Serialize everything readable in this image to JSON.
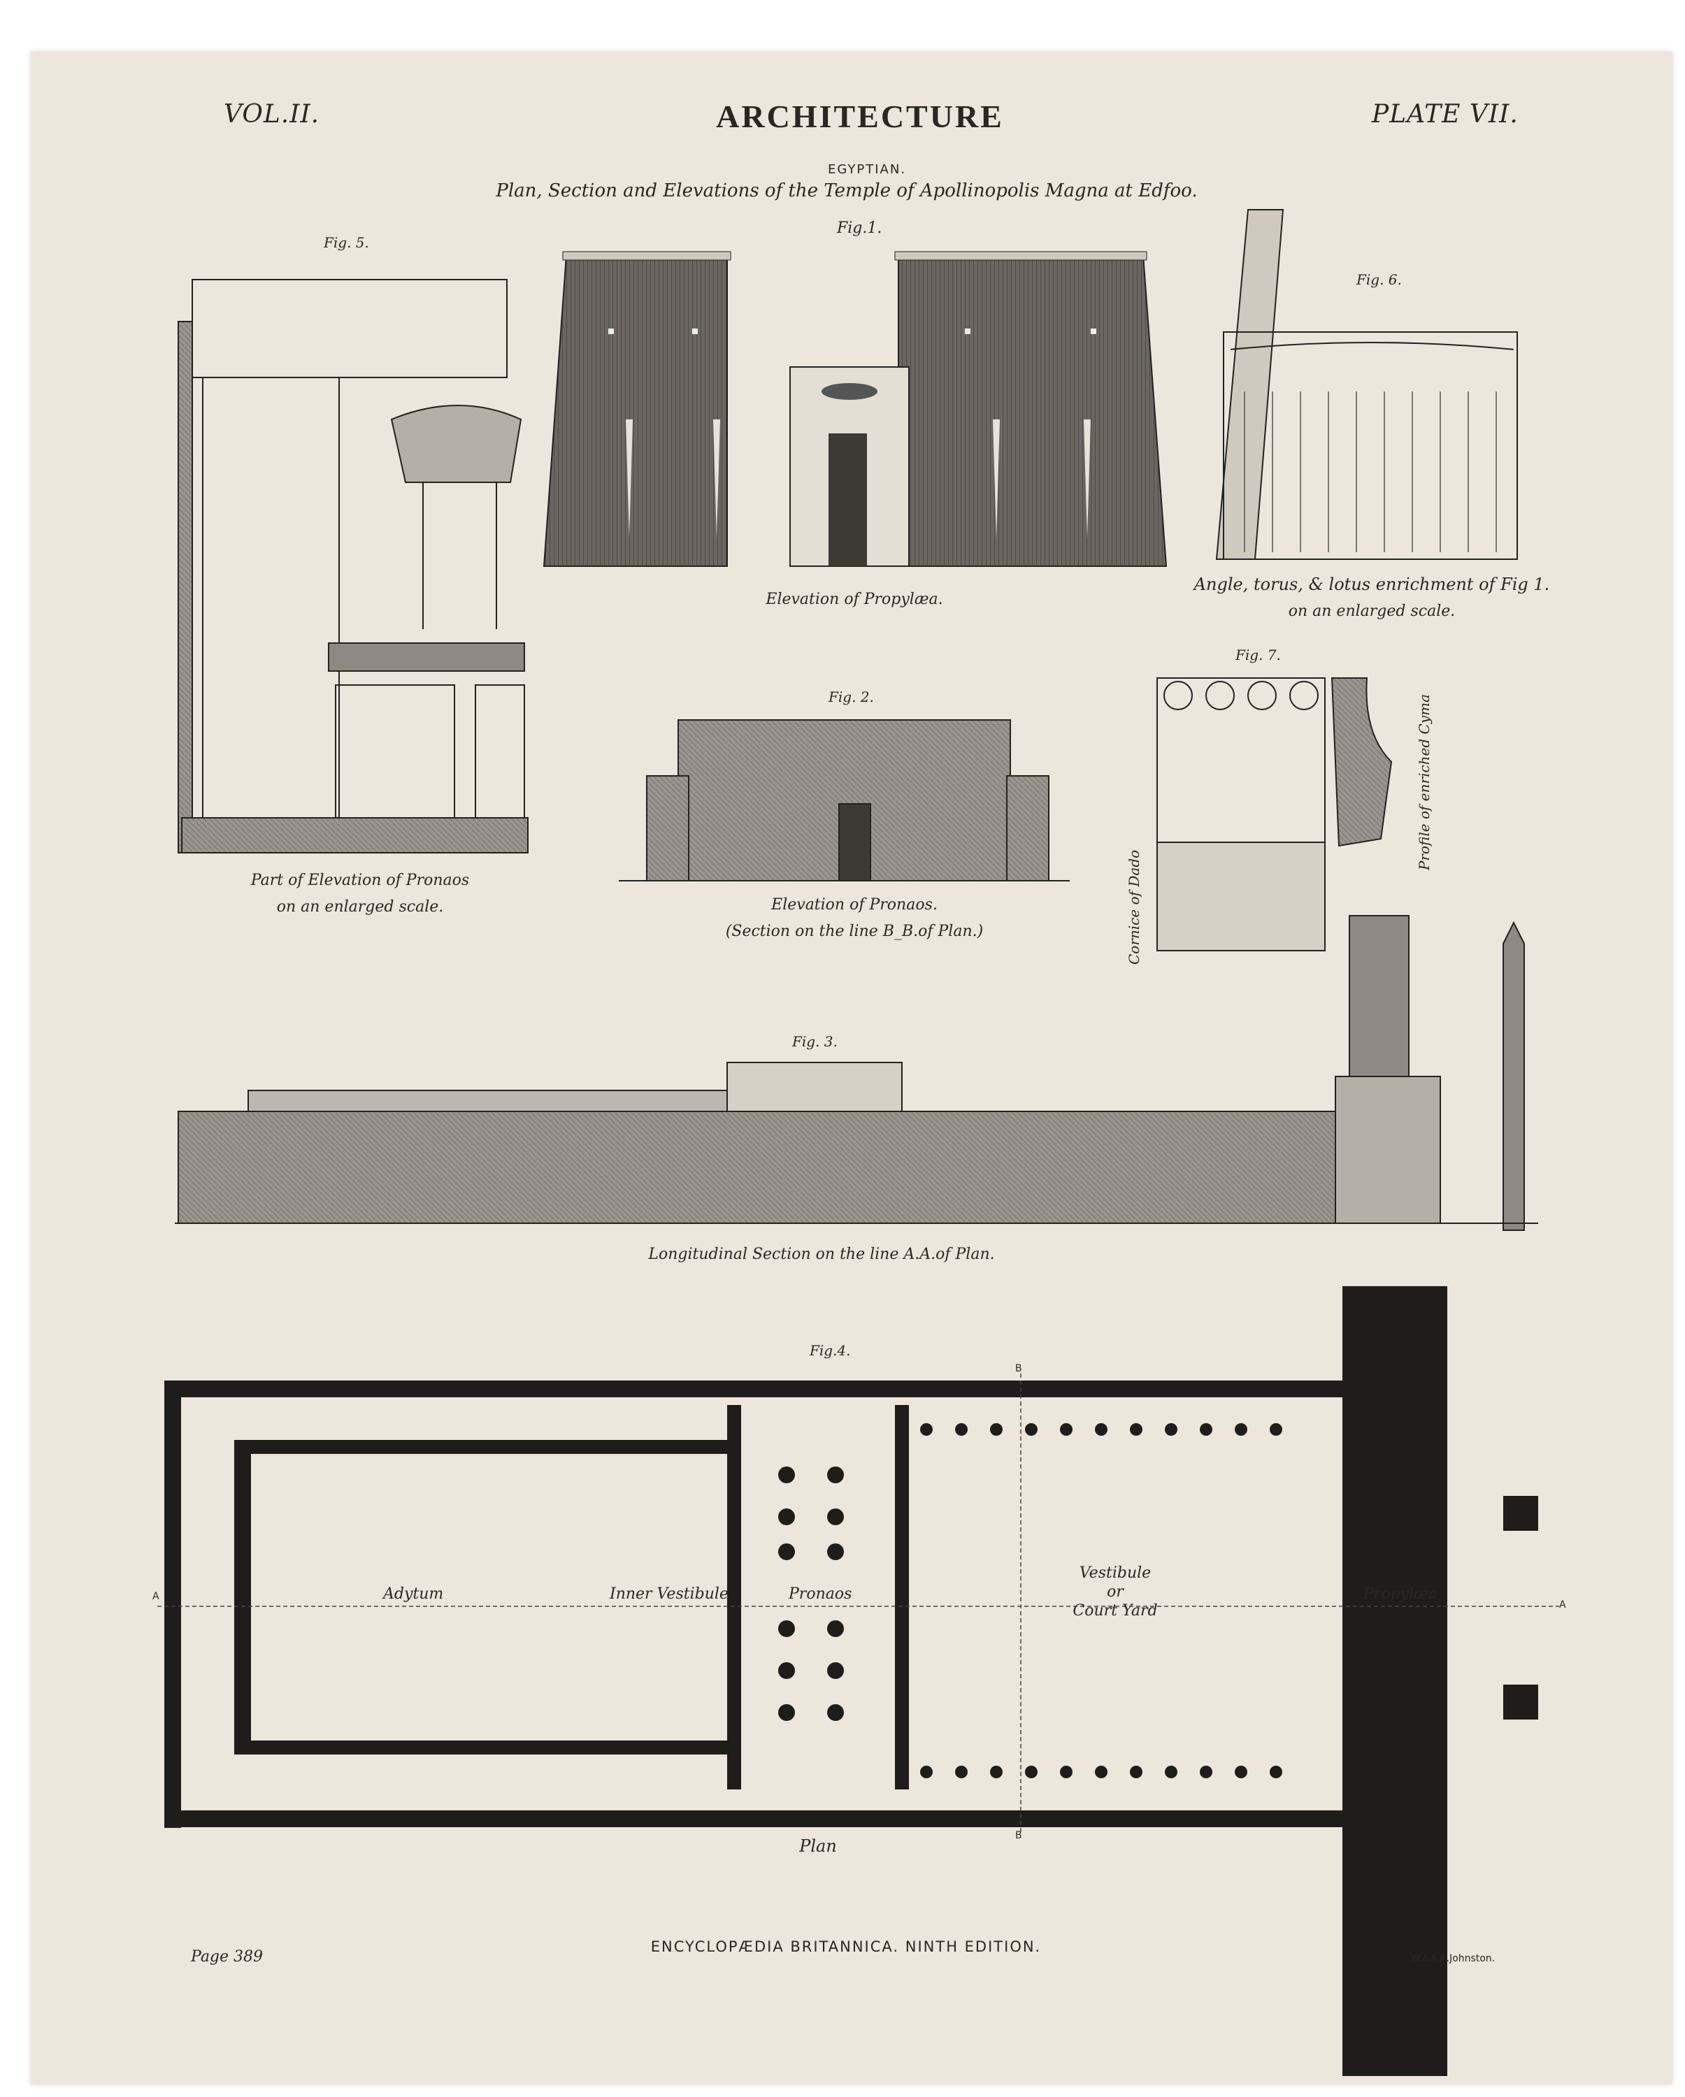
{
  "header": {
    "volume": "VOL.II.",
    "title": "ARCHITECTURE",
    "plate": "PLATE VII.",
    "section": "EGYPTIAN.",
    "subtitle": "Plan, Section and Elevations of the Temple of Apollinopolis Magna at Edfoo."
  },
  "figures": {
    "fig1": {
      "label": "Fig.1.",
      "caption": "Elevation of Propylæa."
    },
    "fig2": {
      "label": "Fig. 2.",
      "caption": "Elevation of Pronaos.",
      "caption2": "(Section on the line B_B.of Plan.)"
    },
    "fig3": {
      "label": "Fig. 3.",
      "caption": "Longitudinal Section on the line A.A.of Plan."
    },
    "fig4": {
      "label": "Fig.4.",
      "caption": "Plan"
    },
    "fig5": {
      "label": "Fig. 5.",
      "caption": "Part of Elevation of Pronaos",
      "caption2": "on an enlarged scale."
    },
    "fig6": {
      "label": "Fig. 6.",
      "caption": "Angle, torus, & lotus enrichment of Fig 1.",
      "caption2": "on an enlarged scale."
    },
    "fig7": {
      "label": "Fig. 7.",
      "side_left": "Cornice of Dado",
      "side_right": "Profile of enriched Cyma"
    }
  },
  "plan_labels": {
    "adytum": "Adytum",
    "inner_vestibule": "Inner Vestibule",
    "pronaos": "Pronaos",
    "vestibule": "Vestibule",
    "or": "or",
    "court_yard": "Court Yard",
    "propylaea": "Propylæa",
    "marker_a": "A",
    "marker_b": "B"
  },
  "footer": {
    "page": "Page 389",
    "publication": "ENCYCLOPÆDIA BRITANNICA. NINTH EDITION.",
    "engraver": "W.&A.K.Johnston."
  }
}
